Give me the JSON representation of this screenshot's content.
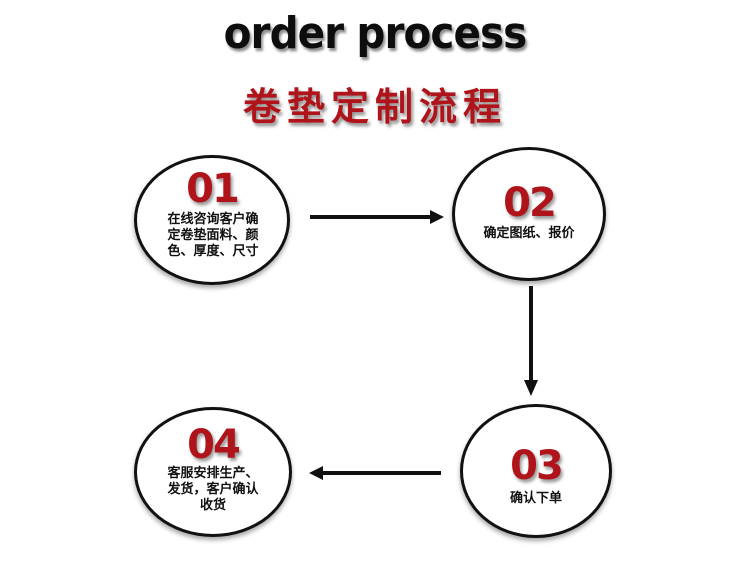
{
  "title_en": "order process",
  "title_cn": "卷垫定制流程",
  "steps": [
    {
      "number": "01",
      "text": "在线咨询客户确定卷垫面料、颜色、厚度、尺寸"
    },
    {
      "number": "02",
      "text": "确定图纸、报价"
    },
    {
      "number": "03",
      "text": "确认下单"
    },
    {
      "number": "04",
      "text": "客服安排生产、发货，客户确认收货"
    }
  ],
  "colors": {
    "accent": "#b0141b",
    "ink": "#111111"
  }
}
